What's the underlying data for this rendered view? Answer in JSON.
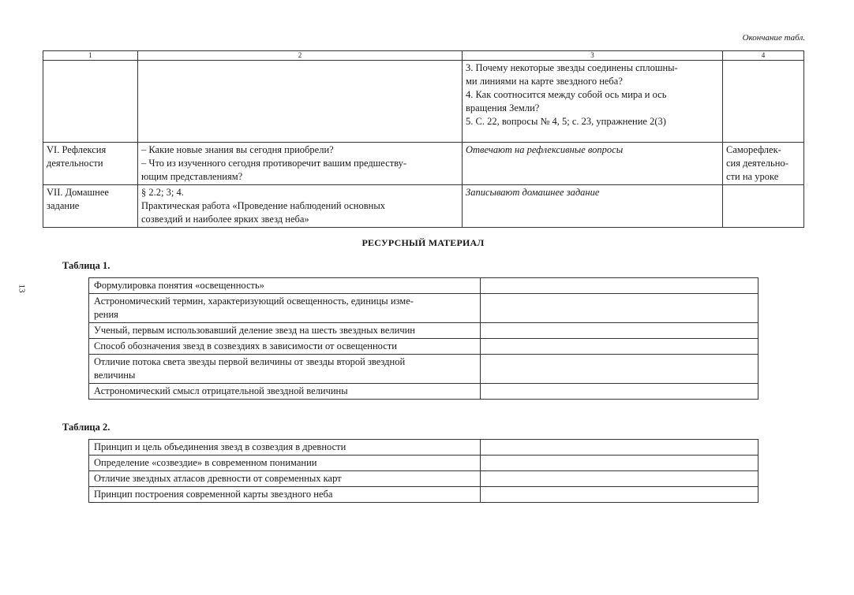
{
  "caption": "Окончание табл.",
  "page_number": "13",
  "main_table": {
    "headers": [
      "1",
      "2",
      "3",
      "4"
    ],
    "rows": [
      {
        "c1": [],
        "c2": [],
        "c3": [
          "3. Почему некоторые звезды соединены сплошны-",
          "ми линиями на карте звездного неба?",
          "4. Как соотносится между собой ось мира и ось",
          "вращения Земли?",
          "5. С. 22, вопросы № 4, 5; с. 23, упражнение 2(3)"
        ],
        "c4": []
      },
      {
        "c1": [
          "VI. Рефлексия",
          "деятельности"
        ],
        "c2": [
          "– Какие новые знания вы сегодня приобрели?",
          "– Что из изученного сегодня противоречит вашим предшеству-",
          "ющим представлениям?"
        ],
        "c3": [
          "Отвечают на рефлексивные вопросы"
        ],
        "c4": [
          "Саморефлек-",
          "сия деятельно-",
          "сти на уроке"
        ]
      },
      {
        "c1": [
          "VII. Домашнее",
          "задание"
        ],
        "c2": [
          "§ 2.2; 3; 4.",
          "Практическая работа «Проведение наблюдений основных",
          "созвездий и наиболее ярких звезд неба»"
        ],
        "c3": [
          "Записывают домашнее задание"
        ],
        "c4": []
      }
    ]
  },
  "resource_heading": "РЕСУРСНЫЙ МАТЕРИАЛ",
  "table1": {
    "label": "Таблица 1.",
    "rows": [
      [
        "Формулировка понятия «освещенность»"
      ],
      [
        "Астрономический термин, характеризующий освещенность, единицы изме-",
        "рения"
      ],
      [
        "Ученый, первым использовавший деление звезд на шесть звездных величин"
      ],
      [
        "Способ обозначения звезд в созвездиях в зависимости от освещенности"
      ],
      [
        "Отличие потока света звезды первой величины от звезды второй звездной",
        "величины"
      ],
      [
        "Астрономический смысл отрицательной звездной величины"
      ]
    ]
  },
  "table2": {
    "label": "Таблица 2.",
    "rows": [
      [
        "Принцип и цель объединения звезд в созвездия в древности"
      ],
      [
        "Определение «созвездие» в современном понимании"
      ],
      [
        "Отличие звездных атласов древности от современных карт"
      ],
      [
        "Принцип построения современной карты звездного неба"
      ]
    ]
  }
}
